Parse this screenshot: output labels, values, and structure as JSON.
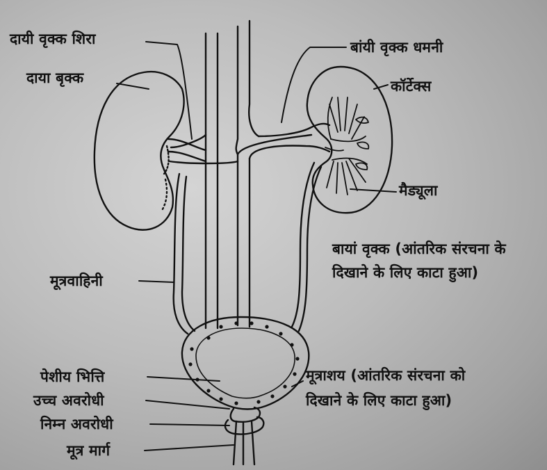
{
  "labels": {
    "right_renal_vein": "दायी वृक्क शिरा",
    "right_kidney": "दाया बृक्क",
    "left_renal_artery": "बांयी वृक्क धमनी",
    "cortex": "कॉर्टेक्स",
    "medulla": "मैड्यूला",
    "left_kidney_line1": "बायां वृक्क (आंतरिक संरचना के",
    "left_kidney_line2": "दिखाने के लिए काटा हुआ)",
    "ureter": "मूत्रवाहिनी",
    "muscular_wall": "पेशीय भित्ति",
    "upper_sphincter": "उच्च अवरोधी",
    "lower_sphincter": "निम्न अवरोधी",
    "urethra": "मूत्र मार्ग",
    "bladder_line1": "मूत्राशय (आंतरिक संरचना को",
    "bladder_line2": "दिखाने के लिए काटा हुआ)"
  },
  "colors": {
    "ink": "#111111",
    "paper": "#c4c4c4"
  }
}
